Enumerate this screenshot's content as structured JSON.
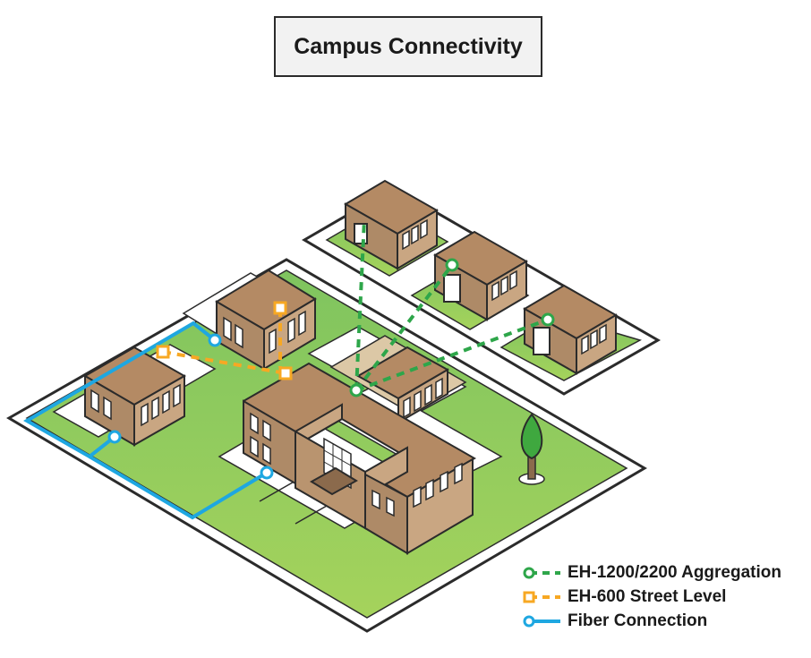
{
  "title": "Campus Connectivity",
  "legend": [
    {
      "label": "EH-1200/2200 Aggregation",
      "color": "#2ea64a",
      "style": "dashed",
      "marker": "circle"
    },
    {
      "label": "EH-600 Street Level",
      "color": "#f7a823",
      "style": "dashed",
      "marker": "square"
    },
    {
      "label": "Fiber Connection",
      "color": "#1ea7e1",
      "style": "solid",
      "marker": "circle"
    }
  ],
  "colors": {
    "grass": "#8cc765",
    "building_roof": "#b48a64",
    "building_wall": "#c9a682",
    "tree": "#3fa83f"
  }
}
